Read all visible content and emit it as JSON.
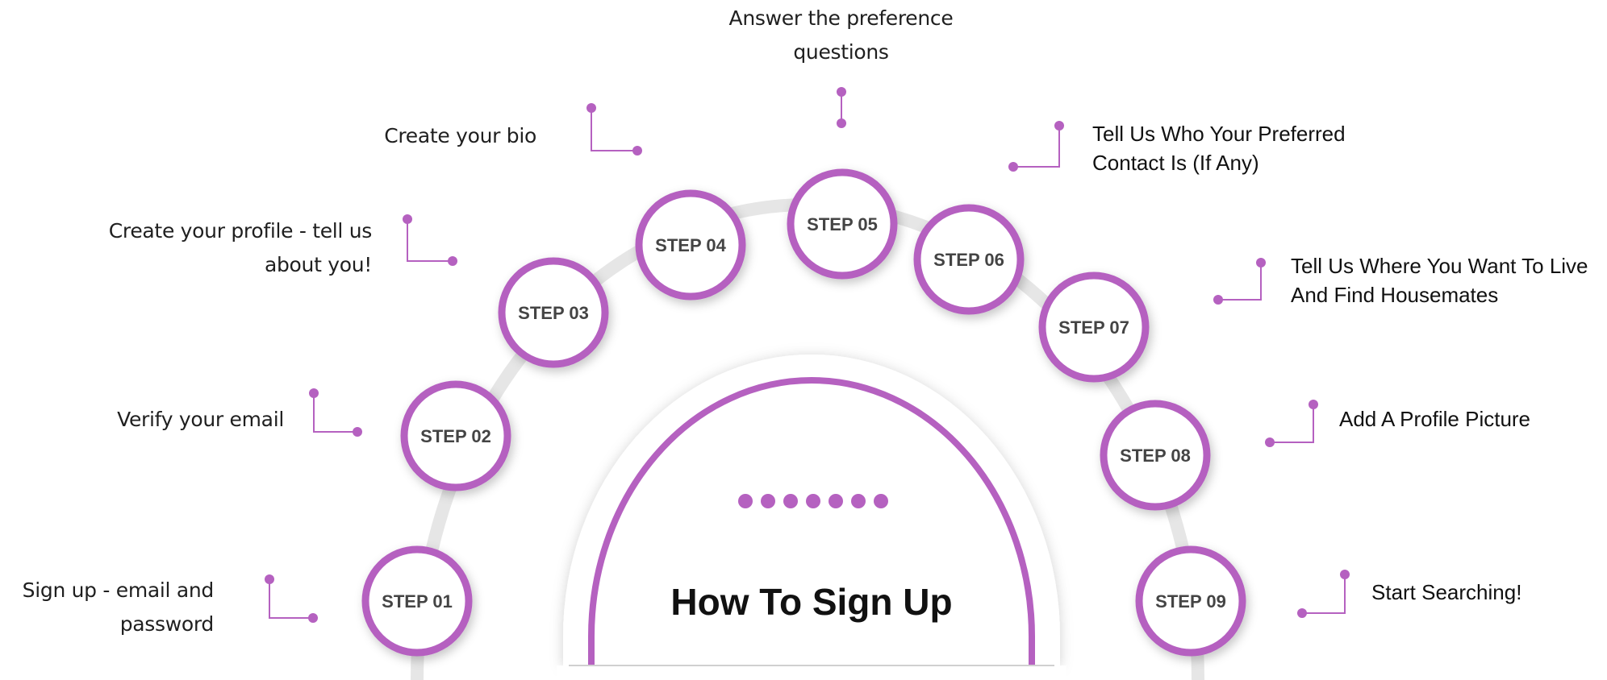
{
  "title": "How To Sign Up",
  "colors": {
    "accent": "#b561c0",
    "track": "#e6e6e6",
    "text": "#1f1f1f"
  },
  "dot_count": 7,
  "steps": [
    {
      "label": "STEP 01",
      "lines": [
        "Sign up - email and",
        "password"
      ]
    },
    {
      "label": "STEP 02",
      "lines": [
        "Verify your email"
      ]
    },
    {
      "label": "STEP 03",
      "lines": [
        "Create your profile - tell us",
        "about you!"
      ]
    },
    {
      "label": "STEP 04",
      "lines": [
        "Create your bio"
      ]
    },
    {
      "label": "STEP 05",
      "lines": [
        "Answer the preference",
        "questions"
      ]
    },
    {
      "label": "STEP 06",
      "lines": [
        "Tell Us Who Your Preferred",
        "Contact Is (If Any)"
      ]
    },
    {
      "label": "STEP 07",
      "lines": [
        "Tell Us Where You Want To Live",
        "And Find Housemates"
      ]
    },
    {
      "label": "STEP 08",
      "lines": [
        "Add A Profile Picture"
      ]
    },
    {
      "label": "STEP 09",
      "lines": [
        "Start Searching!"
      ]
    }
  ]
}
